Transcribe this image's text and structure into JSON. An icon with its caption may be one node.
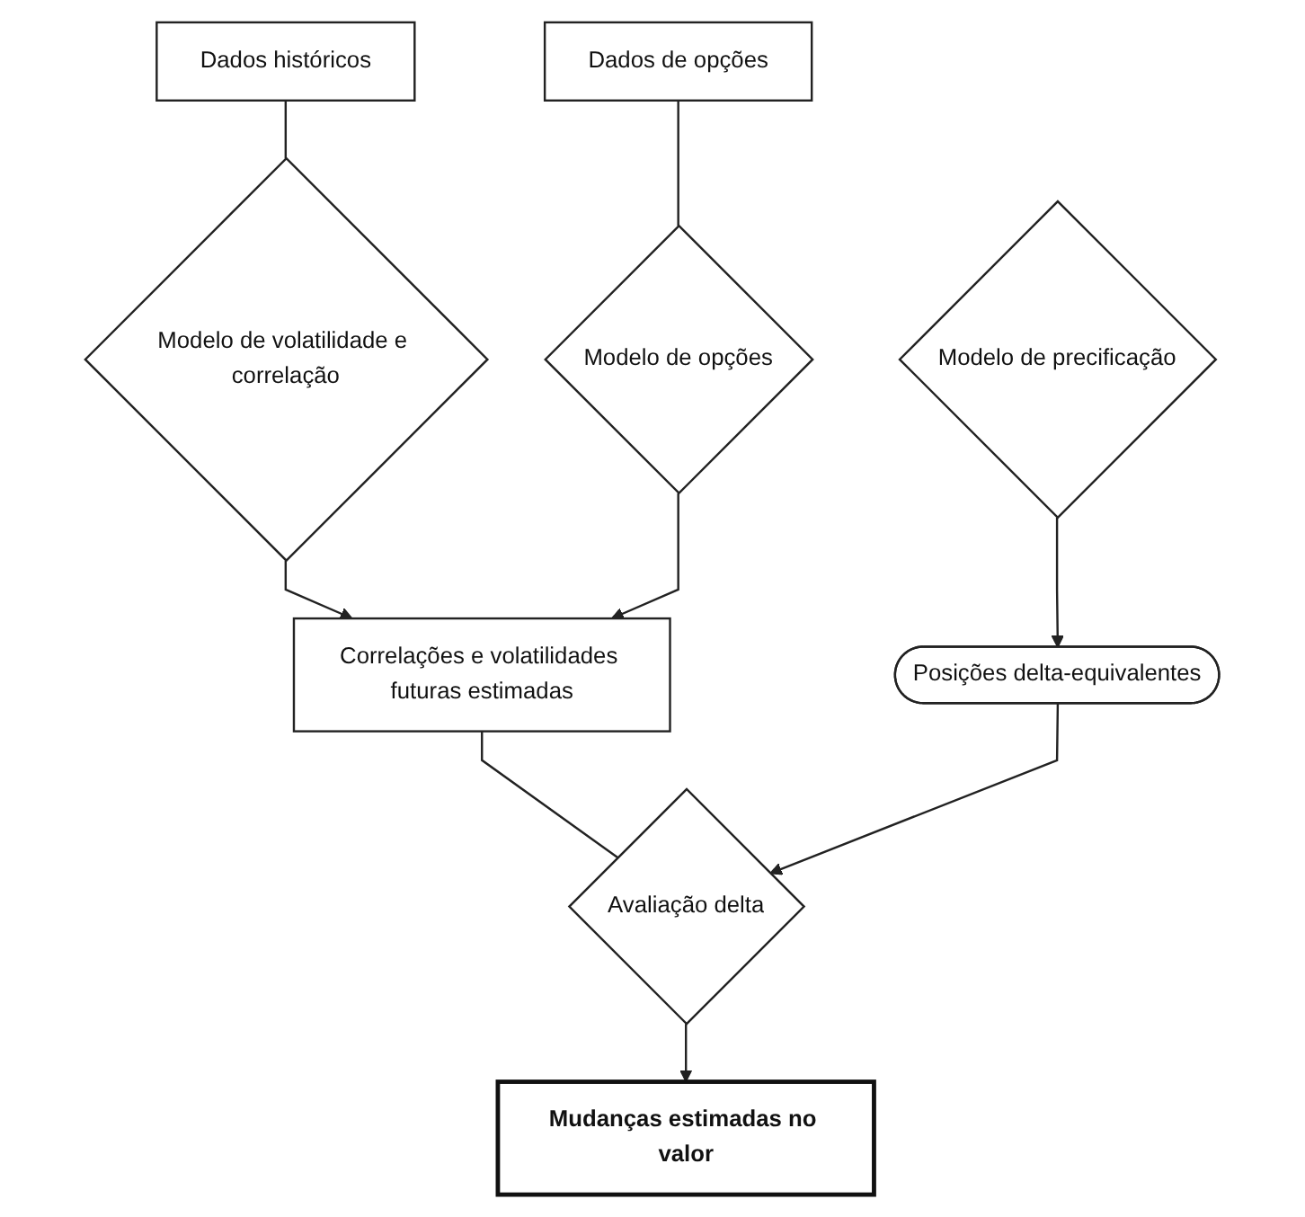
{
  "diagram": {
    "nodes": [
      {
        "text": [
          "Dados históricos"
        ]
      },
      {
        "text": [
          "Dados de opções"
        ]
      },
      {
        "text": [
          "Modelo de volatilidade e correlação"
        ]
      },
      {
        "text": [
          "Modelo de opções"
        ]
      },
      {
        "text": [
          "Correlações e volatilidades futuras estimadas"
        ]
      },
      {
        "text": [
          "Modelo de precificação"
        ]
      },
      {
        "text": [
          "Avaliação delta"
        ]
      },
      {
        "text": [
          "Posições delta-equivalentes"
        ]
      },
      {
        "text": [
          "Mudanças estimadas no valor"
        ]
      }
    ],
    "edges": [
      {
        "from": 0,
        "to": 2,
        "arrow": "none"
      },
      {
        "from": 1,
        "to": 3,
        "arrow": "none"
      },
      {
        "from": 2,
        "to": 4,
        "arrow": "to"
      },
      {
        "from": 3,
        "to": 4,
        "arrow": "to"
      },
      {
        "from": 5,
        "to": 7,
        "arrow": "to"
      },
      {
        "from": 4,
        "to": 6,
        "arrow": "none"
      },
      {
        "from": 7,
        "to": 6,
        "arrow": "to"
      },
      {
        "from": 6,
        "to": 8,
        "arrow": "to"
      }
    ]
  }
}
